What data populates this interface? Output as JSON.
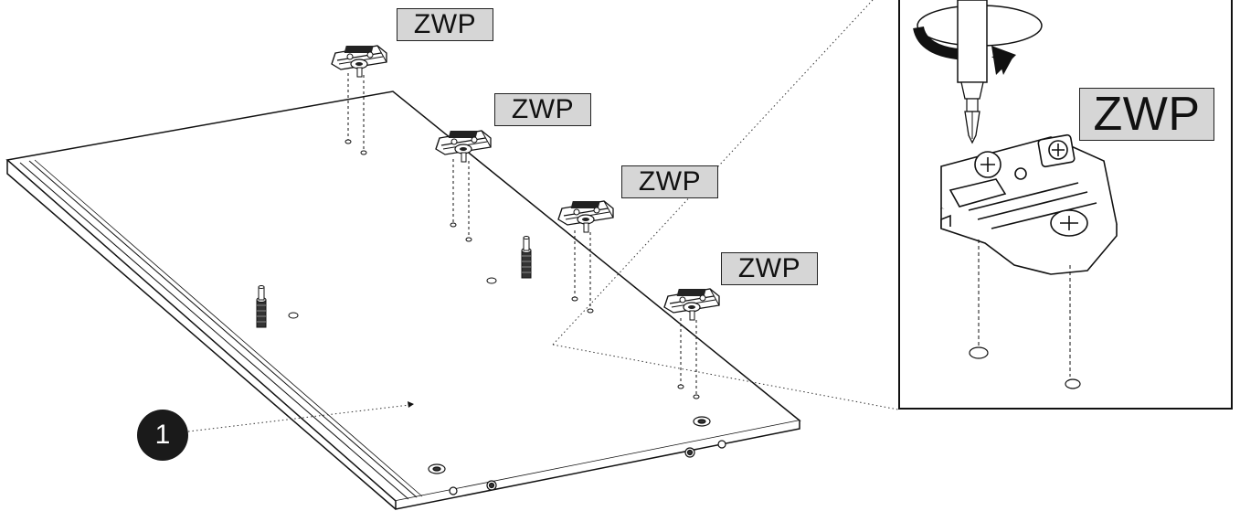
{
  "labels": {
    "part_code_1": "ZWP",
    "part_code_2": "ZWP",
    "part_code_3": "ZWP",
    "part_code_4": "ZWP",
    "detail_part_code": "ZWP"
  },
  "step": {
    "number": "1"
  },
  "colors": {
    "line": "#111111",
    "label_bg": "#d6d6d6",
    "badge_bg": "#1a1a1a"
  },
  "icons": [
    "screwdriver-icon",
    "rotation-arrow-icon",
    "mounting-plate-icon",
    "dowel-icon",
    "cam-fitting-icon"
  ]
}
